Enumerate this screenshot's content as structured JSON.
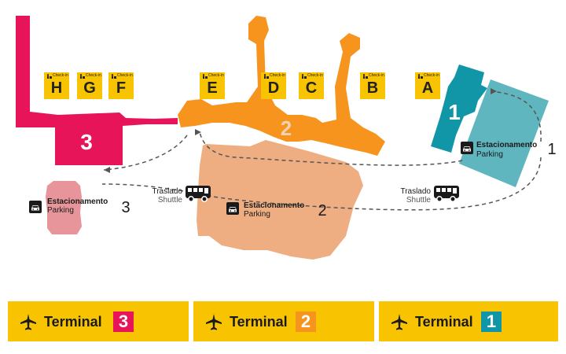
{
  "checkins": [
    {
      "letter": "H",
      "label": "Check-in"
    },
    {
      "letter": "G",
      "label": "Check-in"
    },
    {
      "letter": "F",
      "label": "Check-in"
    },
    {
      "letter": "E",
      "label": "Check-in"
    },
    {
      "letter": "D",
      "label": "Check-in"
    },
    {
      "letter": "C",
      "label": "Check-in"
    },
    {
      "letter": "B",
      "label": "Check-in"
    },
    {
      "letter": "A",
      "label": "Check-in"
    }
  ],
  "terminals": {
    "t1_number": "1",
    "t2_number": "2",
    "t3_number": "3"
  },
  "parkings": {
    "p1": {
      "line1": "Estacionamento",
      "line2": "Parking",
      "number": "1"
    },
    "p2": {
      "line1": "Estacionamento",
      "line2": "Parking",
      "number": "2"
    },
    "p3": {
      "line1": "Estacionamento",
      "line2": "Parking",
      "number": "3"
    }
  },
  "shuttles": {
    "s1": {
      "line1": "Traslado",
      "line2": "Shuttle"
    },
    "s2": {
      "line1": "Traslado",
      "line2": "Shuttle"
    }
  },
  "legend": [
    {
      "label": "Terminal",
      "number": "3",
      "color": "#e8145a"
    },
    {
      "label": "Terminal",
      "number": "2",
      "color": "#f7941d"
    },
    {
      "label": "Terminal",
      "number": "1",
      "color": "#1196a7"
    }
  ],
  "colors": {
    "terminal1": "#1196a7",
    "terminal2": "#f7941d",
    "terminal3": "#e8145a",
    "parking1": "#5fb6bf",
    "parking2": "#eeae82",
    "parking3": "#e7959a",
    "legend_bg": "#f8c300"
  },
  "icons": {
    "plane": "airplane-icon",
    "car": "car-icon",
    "bus": "bus-icon",
    "checkin": "person-luggage-icon"
  }
}
